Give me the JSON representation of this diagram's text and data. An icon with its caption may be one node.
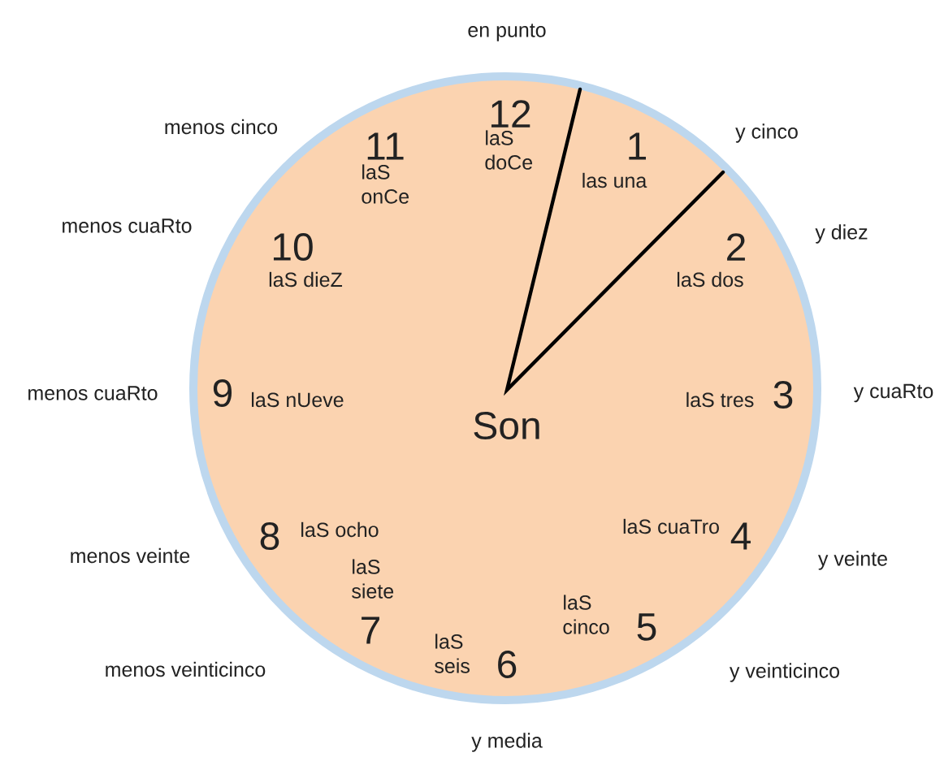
{
  "diagram": {
    "nodes": [
      {
        "text": [
          "Son"
        ]
      }
    ],
    "edges": [],
    "labels": [
      "en punto",
      "12",
      "menos cinco",
      "11",
      "1",
      "y cinco",
      "laS doCe",
      "laS onCe",
      "las una",
      "menos cuaRto",
      "y diez",
      "10",
      "2",
      "laS dieZ",
      "laS dos",
      "menos cuaRto",
      "9",
      "laS nUeve",
      "laS tres",
      "3",
      "y cuaRto",
      "laS cuaTro",
      "8",
      "laS ocho",
      "4",
      "menos veinte",
      "y veinte",
      "laS siete",
      "7",
      "laS cinco",
      "5",
      "laS seis",
      "6",
      "menos veinticinco",
      "y veinticinco",
      "y media"
    ]
  }
}
